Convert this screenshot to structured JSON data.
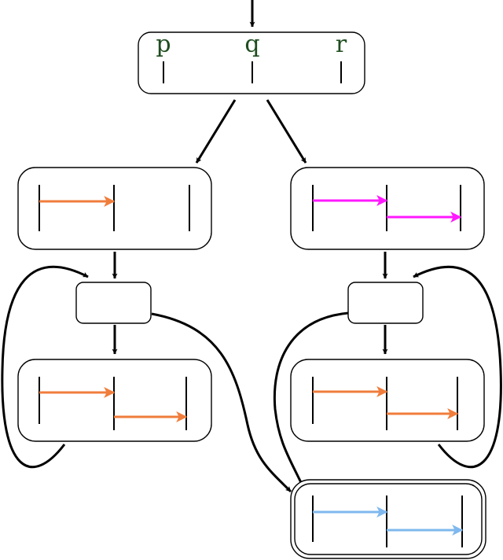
{
  "labels": [
    "p",
    "q",
    "r"
  ],
  "colors": {
    "label": "#1f4d1f",
    "arrow_a": "#f07d3c",
    "arrow_b": "#ff19ff",
    "arrow_final": "#7fb8ee",
    "line": "#000000"
  }
}
